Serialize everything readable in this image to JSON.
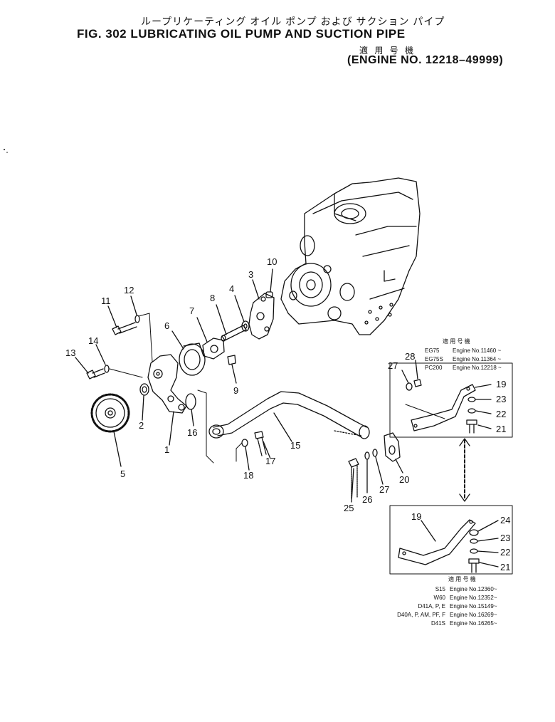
{
  "header": {
    "title_jp": "ループリケーティング オイル ポンプ および サクション パイプ",
    "title": "FIG. 302  LUBRICATING OIL PUMP AND SUCTION PIPE",
    "applicable_jp": "適 用 号 機",
    "engine_range": "(ENGINE NO. 12218–49999)"
  },
  "callouts": [
    "1",
    "2",
    "3",
    "4",
    "5",
    "6",
    "7",
    "8",
    "9",
    "10",
    "11",
    "12",
    "13",
    "14",
    "15",
    "16",
    "17",
    "18",
    "19",
    "20",
    "21",
    "22",
    "23",
    "24",
    "25",
    "26",
    "27",
    "28"
  ],
  "table_upper": {
    "header": "適 用 号 機",
    "rows": [
      {
        "model": "EG75",
        "engine": "Engine No.11460 ~"
      },
      {
        "model": "EG75S",
        "engine": "Engine No.11364 ~"
      },
      {
        "model": "PC200",
        "engine": "Engine No.12218 ~"
      }
    ]
  },
  "table_lower": {
    "header": "適 用 号 機",
    "rows": [
      {
        "model": "S15",
        "engine": "Engine No.12360~"
      },
      {
        "model": "W60",
        "engine": "Engine No.12352~"
      },
      {
        "model": "D41A, P, E",
        "engine": "Engine No.15149~"
      },
      {
        "model": "D40A, P, AM, PF, F",
        "engine": "Engine No.16269~"
      },
      {
        "model": "D41S",
        "engine": "Engine No.16265~"
      }
    ]
  }
}
